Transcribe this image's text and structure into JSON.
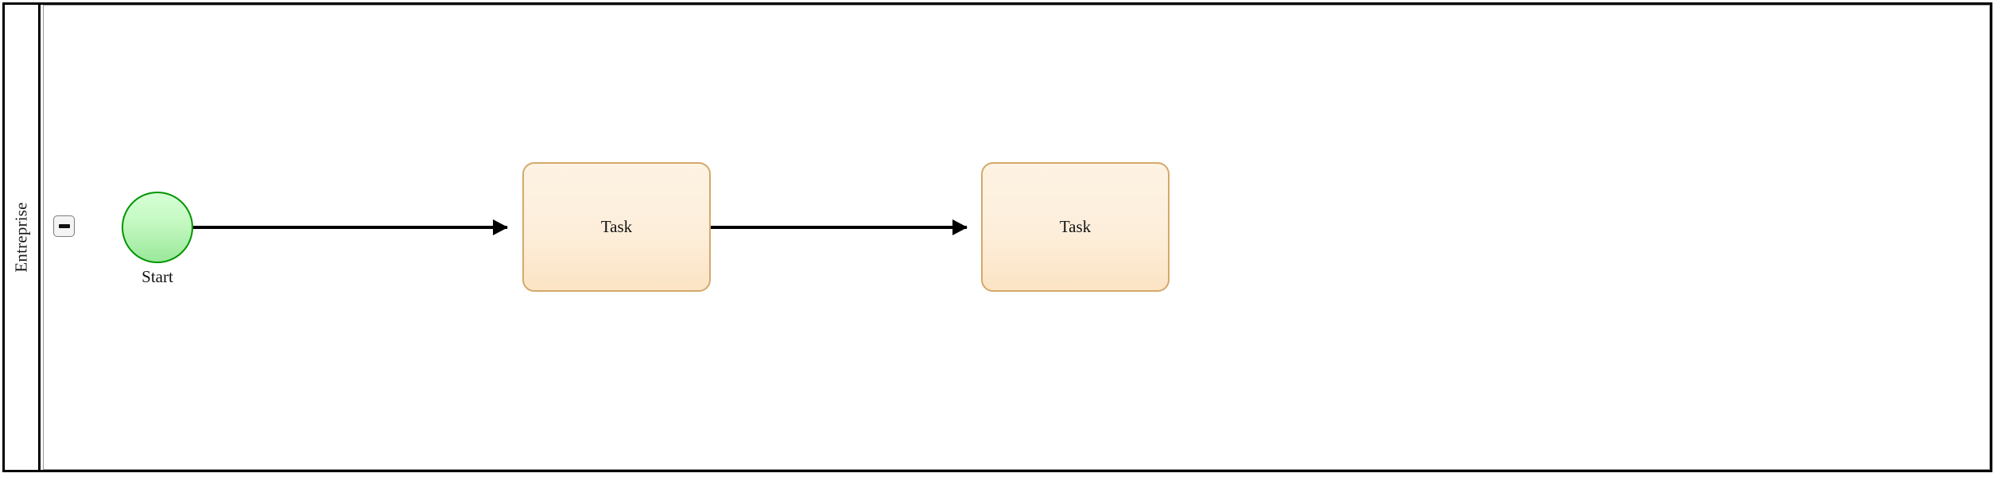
{
  "diagram": {
    "type": "bpmn-pool",
    "pool": {
      "name": "Entreprise",
      "collapse_button": {
        "icon": "minus-icon",
        "state": "expanded"
      }
    },
    "nodes": [
      {
        "id": "start-event",
        "type": "start-event",
        "label": "Start",
        "shape": "circle",
        "border_color": "#019601",
        "fill_color": "#c3f8c0"
      },
      {
        "id": "task-1",
        "type": "task",
        "label": "Task",
        "shape": "rounded-rectangle",
        "border_color": "#d3a86a",
        "fill_color": "#fdeedb"
      },
      {
        "id": "task-2",
        "type": "task",
        "label": "Task",
        "shape": "rounded-rectangle",
        "border_color": "#d3a86a",
        "fill_color": "#fdeedb"
      }
    ],
    "flows": [
      {
        "id": "flow-1",
        "from": "start-event",
        "to": "task-1",
        "type": "sequence-flow",
        "label": ""
      },
      {
        "id": "flow-2",
        "from": "task-1",
        "to": "task-2",
        "type": "sequence-flow",
        "label": ""
      }
    ],
    "colors": {
      "pool_border": "#000000",
      "lane_border": "#9a9a9a",
      "flow_line": "#000000",
      "canvas_background": "#ffffff"
    }
  }
}
